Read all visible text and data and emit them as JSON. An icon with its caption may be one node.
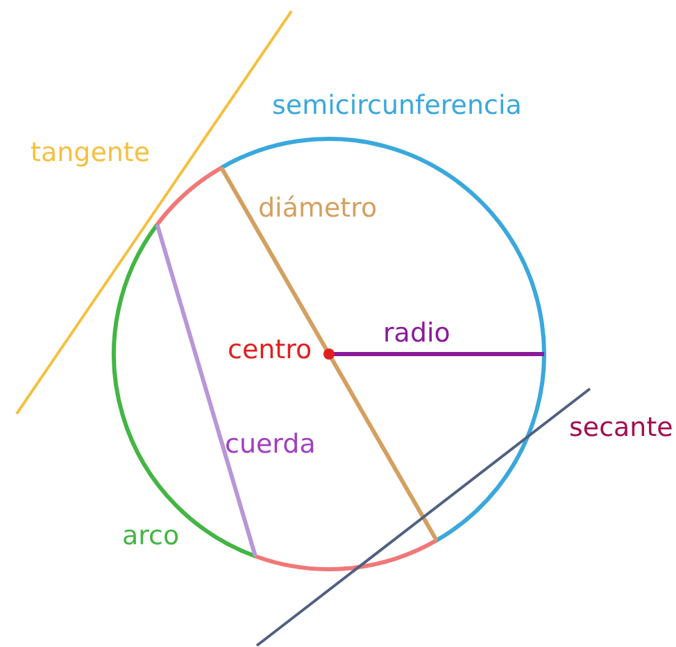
{
  "diagram": {
    "labels": [
      "semicircunferencia",
      "tangente",
      "diámetro",
      "centro",
      "radio",
      "secante",
      "cuerda",
      "arco"
    ]
  }
}
